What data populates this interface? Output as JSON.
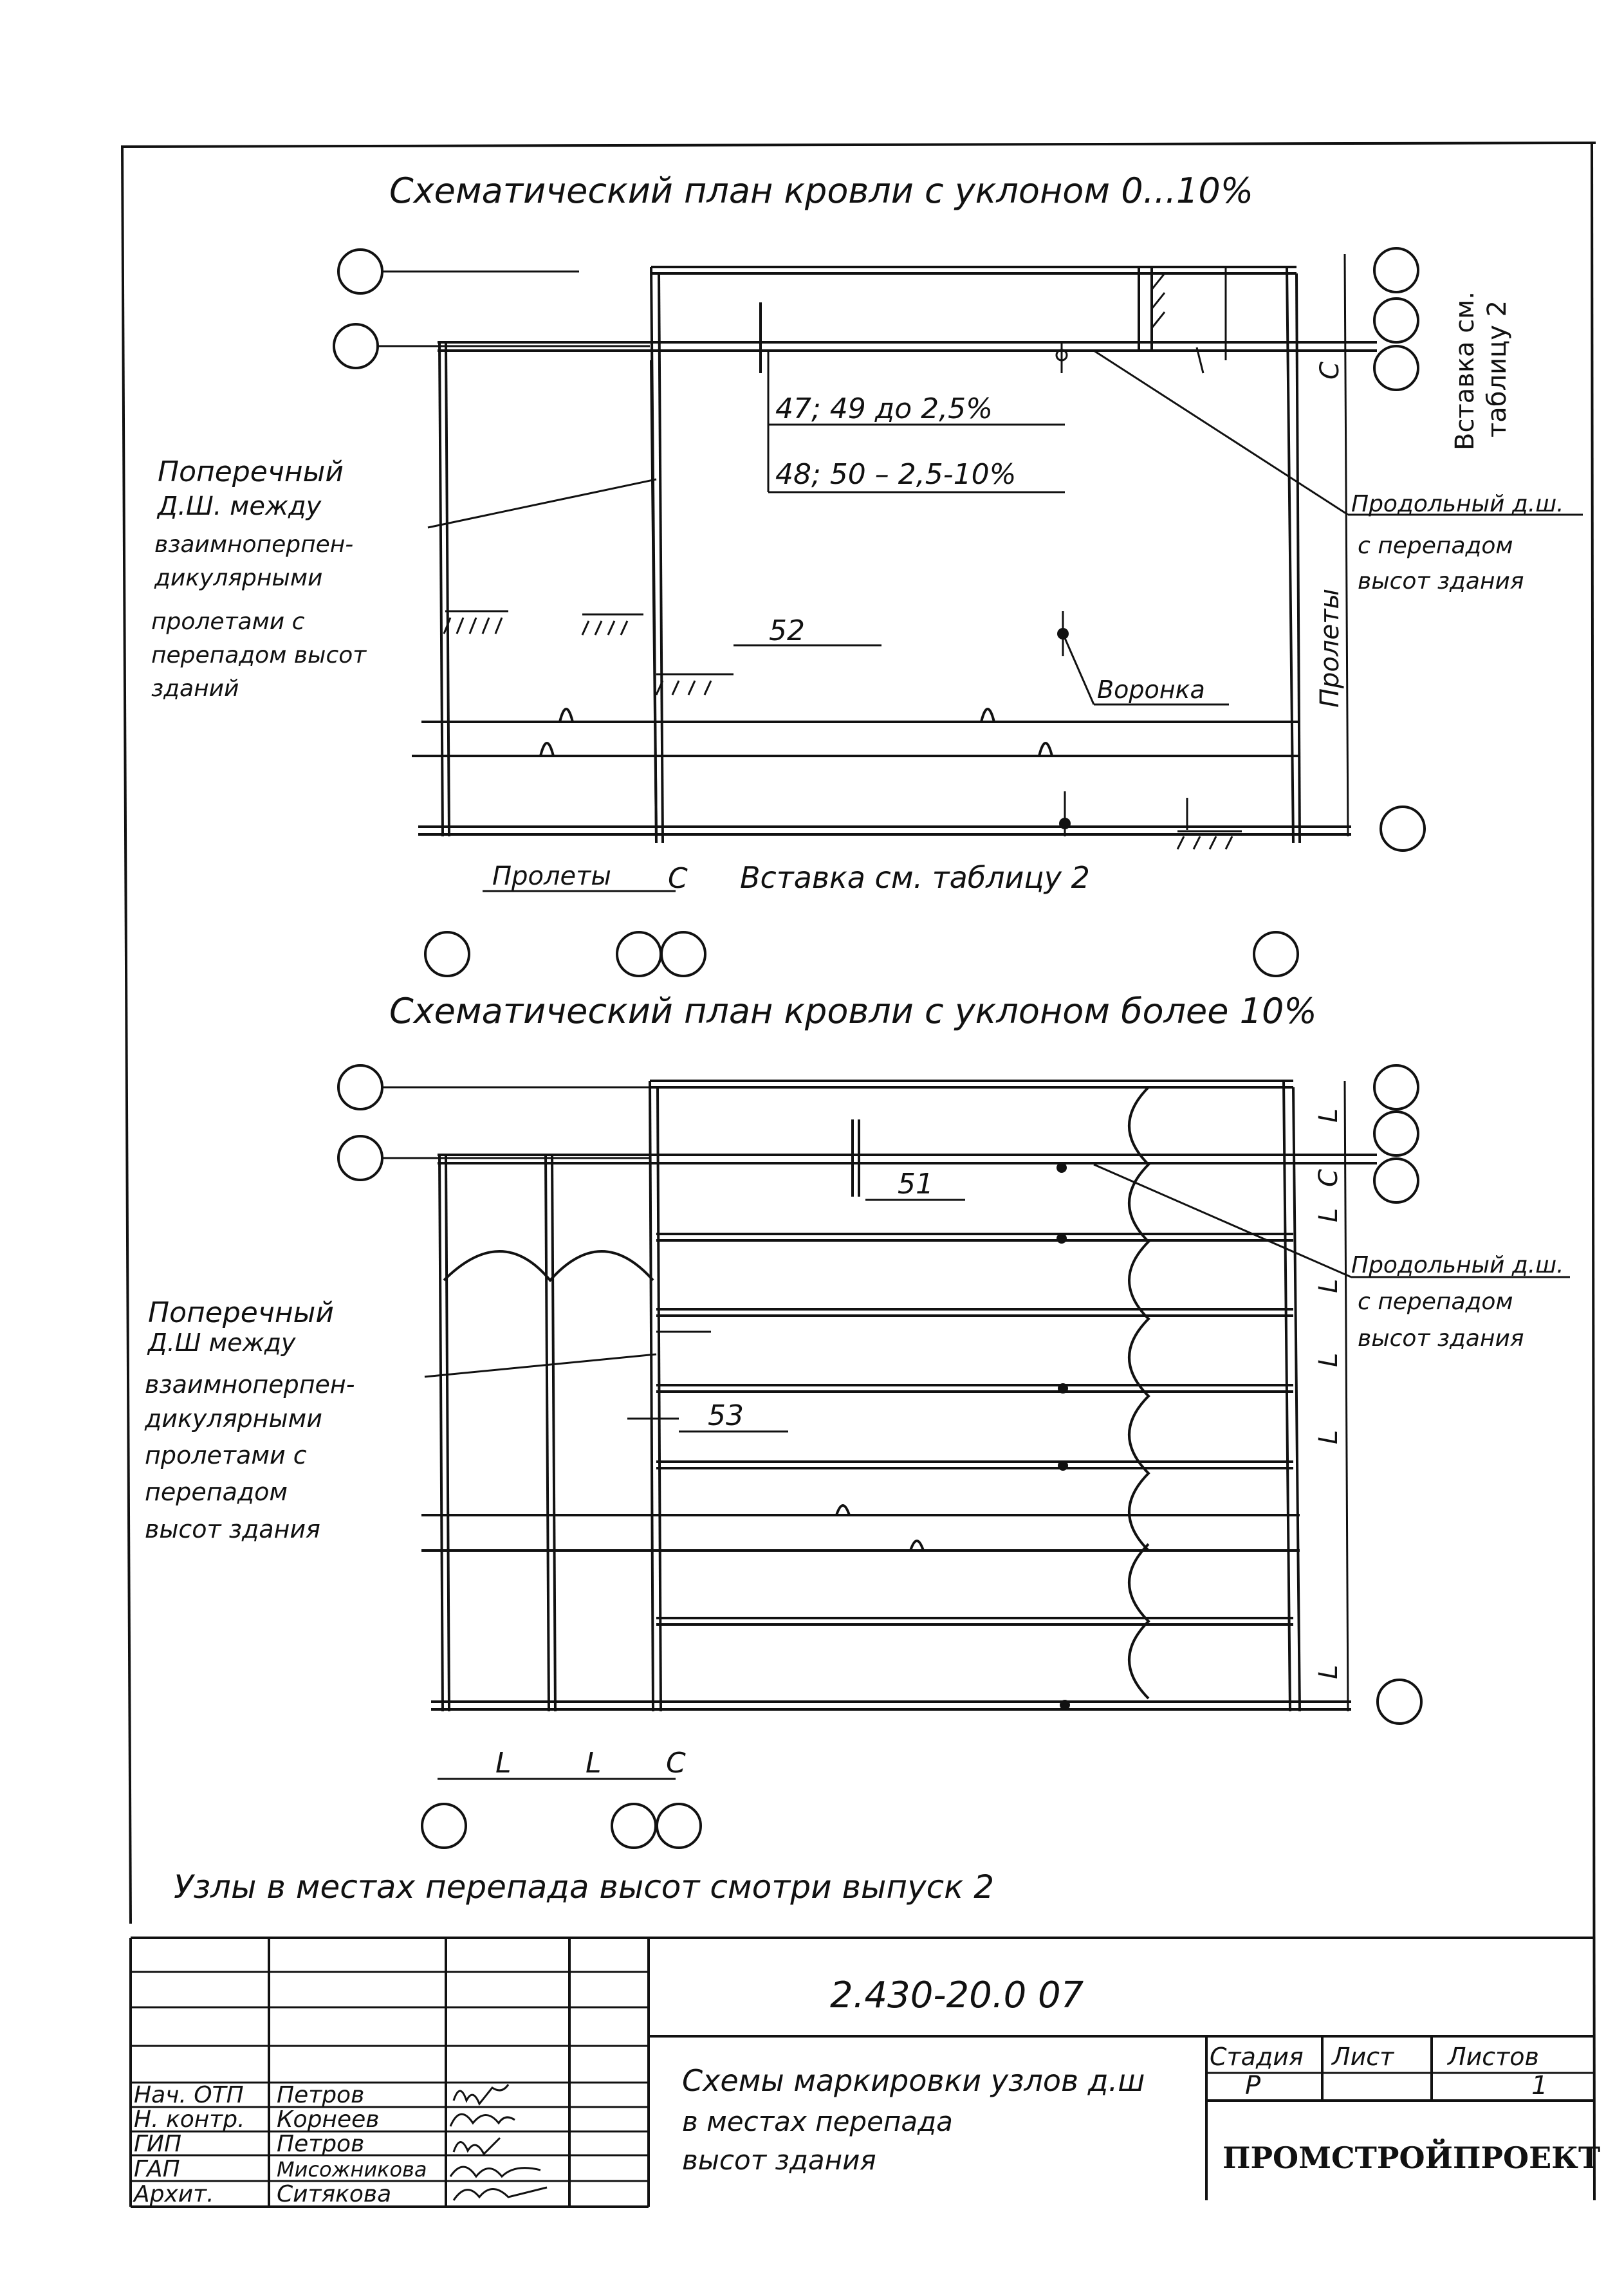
{
  "plan1": {
    "title": "Схематический план кровли с уклоном 0...10%",
    "note_left": [
      "Поперечный",
      "Д.Ш. между",
      "взаимноперпен-",
      "дикулярными",
      "пролетами с",
      "перепадом высот",
      "зданий"
    ],
    "note_right": [
      "Продольный д.ш.",
      "с перепадом",
      "высот здания"
    ],
    "marks_line1": "47; 49 до 2,5%",
    "marks_line2": "48; 50 – 2,5-10%",
    "mark_52": "52",
    "funnel": "Воронка",
    "spans_vertical": "Пролеты",
    "c_vertical": "C",
    "insert_vertical": [
      "Вставка см.",
      "таблицу 2"
    ],
    "spans_bottom": "Пролеты",
    "c_bottom": "C",
    "insert_bottom": "Вставка см. таблицу 2"
  },
  "plan2": {
    "title": "Схематический план кровли с уклоном более 10%",
    "note_left": [
      "Поперечный",
      "Д.Ш между",
      "взаимноперпен-",
      "дикулярными",
      "пролетами с",
      "перепадом",
      "высот здания"
    ],
    "note_right": [
      "Продольный д.ш.",
      "с перепадом",
      "высот здания"
    ],
    "mark_51": "51",
    "mark_53": "53",
    "dim_L": "L",
    "dim_C": "C"
  },
  "footnote": "Узлы в местах перепада высот смотри выпуск 2",
  "titleblock": {
    "doc_code": "2.430-20.0 07",
    "title_lines": [
      "Схемы маркировки узлов д.ш",
      "в местах перепада",
      "высот здания"
    ],
    "stage_header": "Стадия",
    "sheet_header": "Лист",
    "sheets_header": "Листов",
    "stage": "Р",
    "sheets": "1",
    "org": "ПРОМСТРОЙПРОЕКТ",
    "signers": [
      {
        "role": "Нач. ОТП",
        "name": "Петров"
      },
      {
        "role": "Н. контр.",
        "name": "Корнеев"
      },
      {
        "role": "ГИП",
        "name": "Петров"
      },
      {
        "role": "ГАП",
        "name": "Мисожникова"
      },
      {
        "role": "Архит.",
        "name": "Ситякова"
      }
    ]
  }
}
